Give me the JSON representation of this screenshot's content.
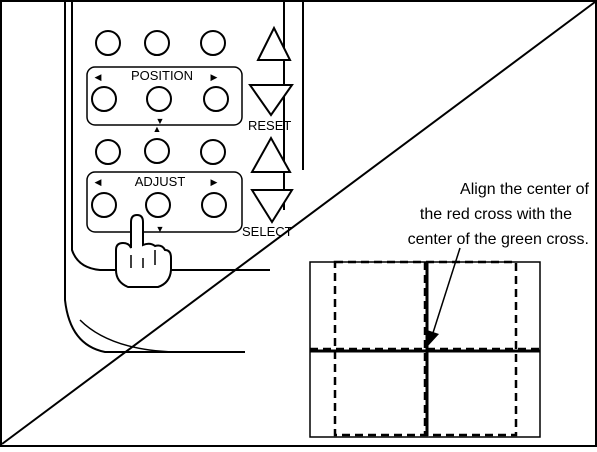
{
  "remote": {
    "group_top_label": "POSITION",
    "group_bottom_label": "ADJUST",
    "reset_label": "RESET",
    "select_label": "SELECT",
    "arrow_up": "▲",
    "arrow_down": "▼",
    "arrow_left": "◀",
    "arrow_right": "▶"
  },
  "instruction": {
    "line1": "Align the center of",
    "line2": "the red cross with the",
    "line3": "center of the green cross."
  },
  "colors": {
    "ink": "#000000",
    "background": "#ffffff"
  }
}
